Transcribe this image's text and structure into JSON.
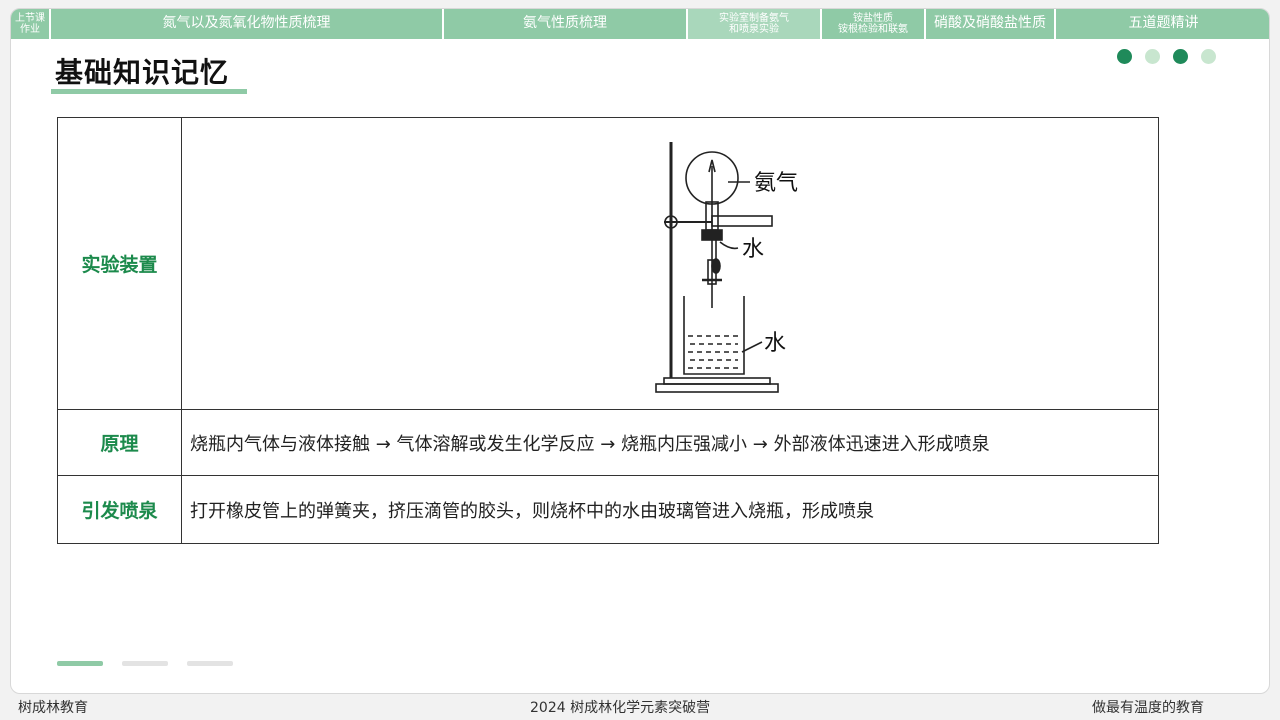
{
  "tabs": [
    {
      "label": "上节课\n作业",
      "width": 40,
      "small": true
    },
    {
      "label": "氮气以及氮氧化物性质梳理",
      "width": 393
    },
    {
      "label": "氨气性质梳理",
      "width": 244
    },
    {
      "label": "实验室制备氨气\n和喷泉实验",
      "width": 134,
      "small": true,
      "active": true
    },
    {
      "label": "铵盐性质\n铵根检验和联氨",
      "width": 104,
      "small": true
    },
    {
      "label": "硝酸及硝酸盐性质",
      "width": 130
    },
    {
      "label": "五道题精讲",
      "width": 215
    }
  ],
  "heading": "基础知识记忆",
  "dots": [
    "dark",
    "light",
    "dark",
    "light"
  ],
  "table": {
    "rows": [
      {
        "head": "实验装置"
      },
      {
        "head": "原理",
        "body": "烧瓶内气体与液体接触 → 气体溶解或发生化学反应 → 烧瓶内压强减小 → 外部液体迅速进入形成喷泉"
      },
      {
        "head": "引发喷泉",
        "body": "打开橡皮管上的弹簧夹，挤压滴管的胶头，则烧杯中的水由玻璃管进入烧瓶，形成喷泉"
      }
    ]
  },
  "figure": {
    "label_gas": "氨气",
    "label_water_top": "水",
    "label_water_bottom": "水"
  },
  "footer": {
    "left": "树成林教育",
    "center": "2024 树成林化学元素突破营",
    "right": "做最有温度的教育"
  }
}
